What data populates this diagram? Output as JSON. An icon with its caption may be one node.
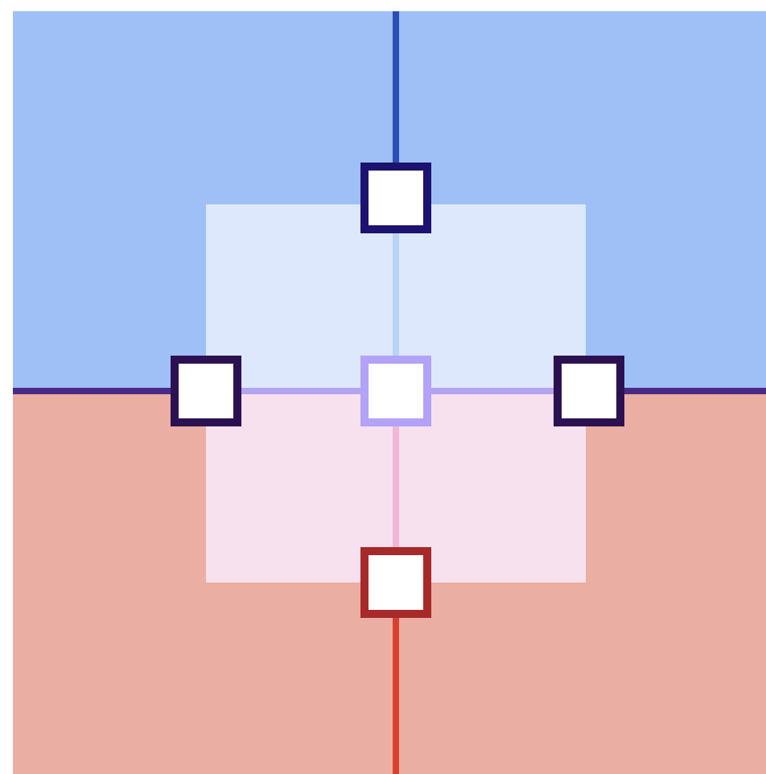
{
  "diagram": {
    "nodes": [
      {
        "text": [],
        "shape": "box"
      },
      {
        "text": [],
        "shape": "box"
      },
      {
        "text": [],
        "shape": "box"
      },
      {
        "text": [],
        "shape": "box"
      },
      {
        "text": [],
        "shape": "box"
      }
    ],
    "edges": [
      {
        "from": null,
        "to": 0,
        "arrow": "none",
        "color": "#2b4fb3"
      },
      {
        "from": 0,
        "to": 2,
        "arrow": "none",
        "color": "#b9d3f7"
      },
      {
        "from": null,
        "to": 1,
        "arrow": "none",
        "color": "#4b2a85"
      },
      {
        "from": 1,
        "to": 2,
        "arrow": "none",
        "color": "#b3a4f2"
      },
      {
        "from": 2,
        "to": 3,
        "arrow": "none",
        "color": "#b3a4f2"
      },
      {
        "from": 3,
        "to": null,
        "arrow": "none",
        "color": "#4b2a85"
      },
      {
        "from": 2,
        "to": 4,
        "arrow": "none",
        "color": "#f2b6d6"
      },
      {
        "from": 4,
        "to": null,
        "arrow": "none",
        "color": "#d9412f"
      }
    ]
  }
}
